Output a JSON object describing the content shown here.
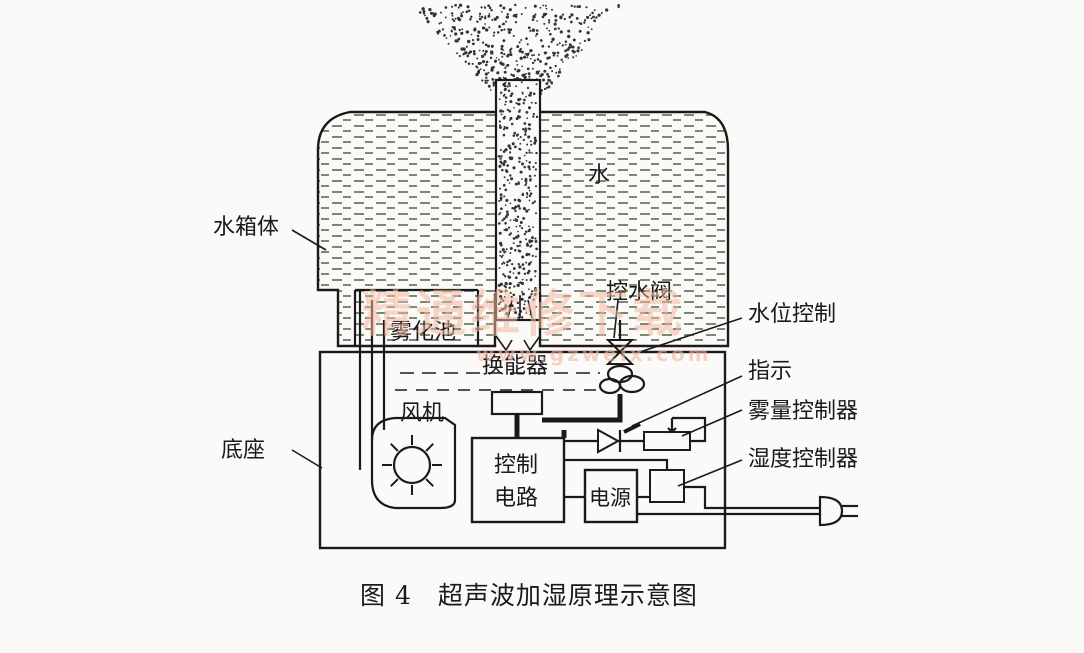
{
  "labels": {
    "water": "水",
    "tank_body": "水箱体",
    "water_valve": "控水阀",
    "water_level_control": "水位控制",
    "atomizing_pool": "雾化池",
    "transducer": "换能器",
    "indicator": "指示",
    "fan": "风机",
    "mist_controller": "雾量控制器",
    "base": "底座",
    "humidity_controller": "湿度控制器",
    "control_circuit_line1": "控制",
    "control_circuit_line2": "电路",
    "power_supply": "电源"
  },
  "caption": "图 4　超声波加湿原理示意图",
  "watermark": {
    "text": "精通维修下载",
    "url": "www.gzweix.com"
  }
}
